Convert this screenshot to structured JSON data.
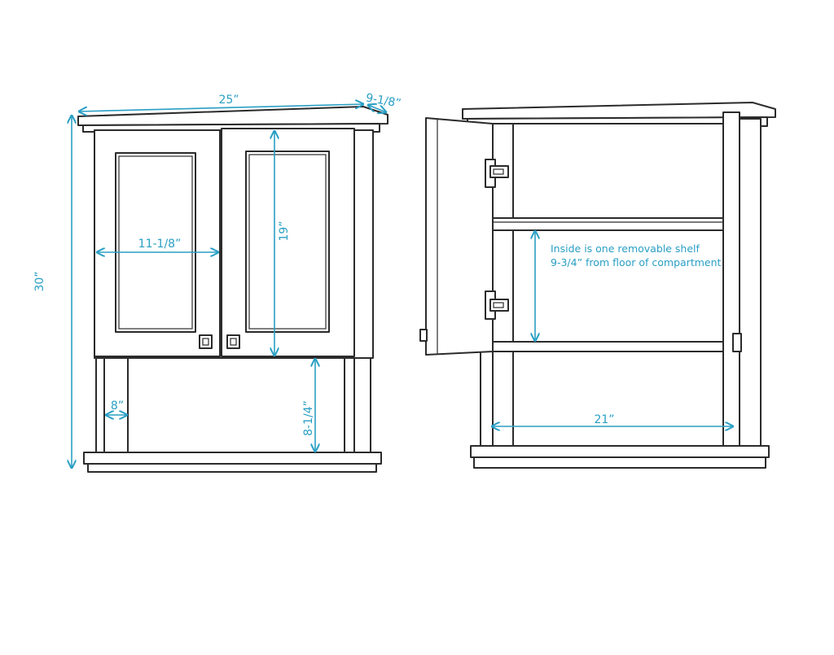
{
  "front_view": {
    "dimensions": {
      "height": "30”",
      "width": "25”",
      "depth": "9-1/8”",
      "door_width": "11-1/8”",
      "door_height": "19”",
      "open_shelf_depth": "8”",
      "open_shelf_height": "8-1/4”"
    }
  },
  "open_view": {
    "dimensions": {
      "interior_width": "21”"
    },
    "note_line1": "Inside is one removable shelf",
    "note_line2": "9-3/4” from floor of compartment"
  },
  "colors": {
    "dimension": "#2a9fc4",
    "line": "#2b2b2b"
  }
}
